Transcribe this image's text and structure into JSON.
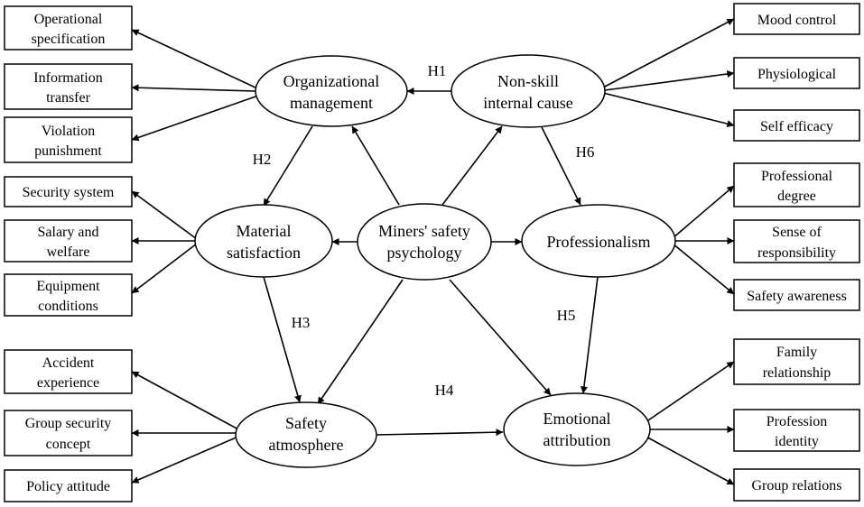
{
  "central": [
    "Miners' safety",
    "psychology"
  ],
  "latent": {
    "organizational_management": [
      "Organizational",
      "management"
    ],
    "non_skill": [
      "Non-skill",
      "internal cause"
    ],
    "material_satisfaction": [
      "Material",
      "satisfaction"
    ],
    "professionalism": [
      "Professionalism"
    ],
    "safety_atmosphere": [
      "Safety",
      "atmosphere"
    ],
    "emotional_attribution": [
      "Emotional",
      "attribution"
    ]
  },
  "indicators": {
    "operational_specification": [
      "Operational",
      "specification"
    ],
    "information_transfer": [
      "Information",
      "transfer"
    ],
    "violation_punishment": [
      "Violation",
      "punishment"
    ],
    "security_system": [
      "Security system"
    ],
    "salary_welfare": [
      "Salary and",
      "welfare"
    ],
    "equipment_conditions": [
      "Equipment",
      "conditions"
    ],
    "accident_experience": [
      "Accident",
      "experience"
    ],
    "group_security_concept": [
      "Group security",
      "concept"
    ],
    "policy_attitude": [
      "Policy attitude"
    ],
    "mood_control": [
      "Mood control"
    ],
    "physiological": [
      "Physiological"
    ],
    "self_efficacy": [
      "Self efficacy"
    ],
    "professional_degree": [
      "Professional",
      "degree"
    ],
    "sense_of_responsibility": [
      "Sense of",
      "responsibility"
    ],
    "safety_awareness": [
      "Safety awareness"
    ],
    "family_relationship": [
      "Family",
      "relationship"
    ],
    "profession_identity": [
      "Profession",
      "identity"
    ],
    "group_relations": [
      "Group relations"
    ]
  },
  "hypotheses": {
    "h1": "H1",
    "h2": "H2",
    "h3": "H3",
    "h4": "H4",
    "h5": "H5",
    "h6": "H6"
  }
}
